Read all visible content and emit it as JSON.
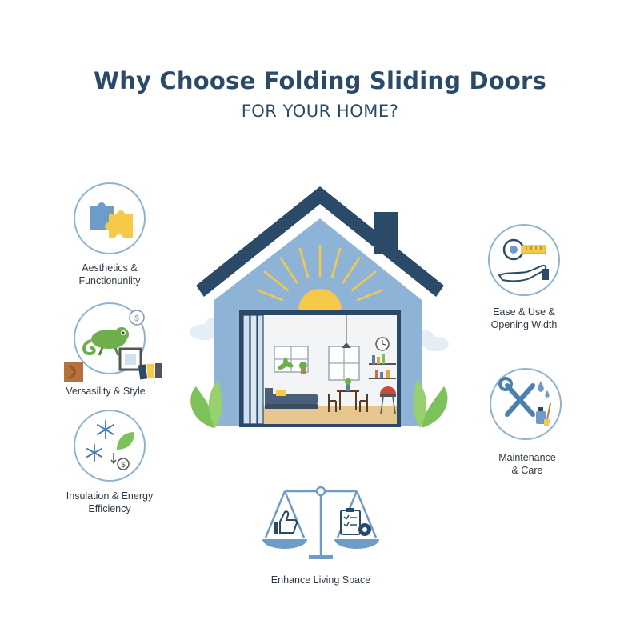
{
  "header": {
    "title": "Why Choose Folding Sliding Doors",
    "subtitle": "FOR YOUR HOME?"
  },
  "features": [
    {
      "id": "aesthetics",
      "line1": "Aesthetics &",
      "line2": "Functionunlity",
      "icon": "puzzle-icon"
    },
    {
      "id": "versatility",
      "line1": "Versasility & Style",
      "line2": "",
      "icon": "chameleon-icon"
    },
    {
      "id": "insulation",
      "line1": "Insulation & Energy",
      "line2": "Efficiency",
      "icon": "snowflake-leaf-icon"
    },
    {
      "id": "ease",
      "line1": "Ease & Use &",
      "line2": "Opening Width",
      "icon": "tape-measure-hand-icon"
    },
    {
      "id": "maintenance",
      "line1": "Maintenance",
      "line2": "& Care",
      "icon": "tools-icon"
    },
    {
      "id": "living",
      "line1": "Enhance Living Space",
      "line2": "",
      "icon": "balance-scale-icon"
    }
  ],
  "colors": {
    "navy": "#2b4a68",
    "house_blue": "#8db3d6",
    "circle_border": "#8fb4d0",
    "sun_yellow": "#f7c948",
    "leaf_green": "#7dc15a"
  }
}
